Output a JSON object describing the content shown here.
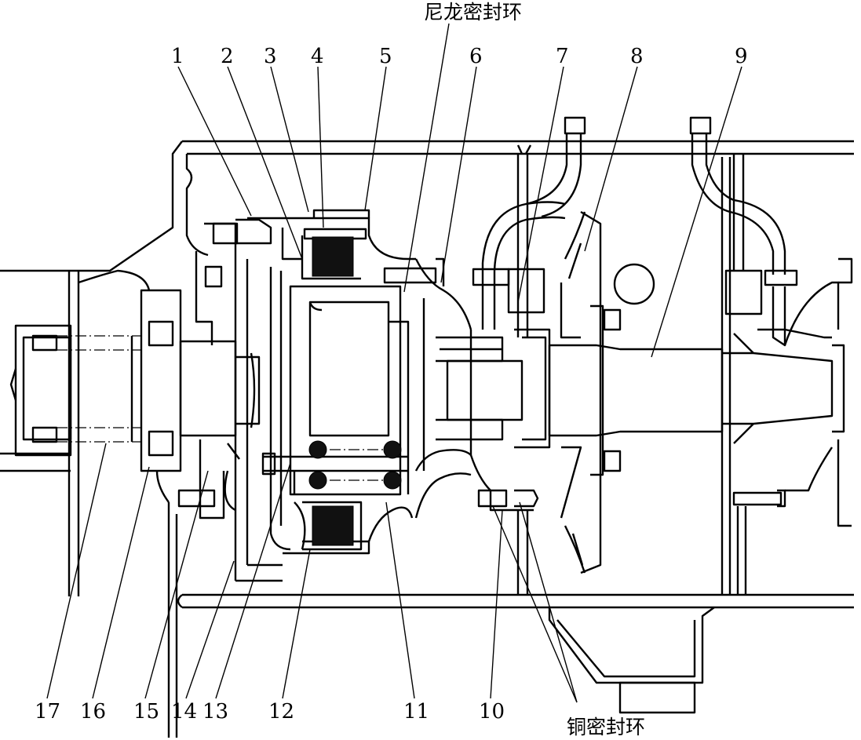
{
  "labels": {
    "top": [
      "1",
      "2",
      "3",
      "4",
      "5",
      "6",
      "7",
      "8",
      "9"
    ],
    "bottom": [
      "17",
      "16",
      "15",
      "14",
      "13",
      "12",
      "11",
      "10"
    ],
    "nylon_seal": "尼龙密封环",
    "copper_seal": "铜密封环"
  },
  "colors": {
    "line": "#000000",
    "background": "#ffffff"
  }
}
